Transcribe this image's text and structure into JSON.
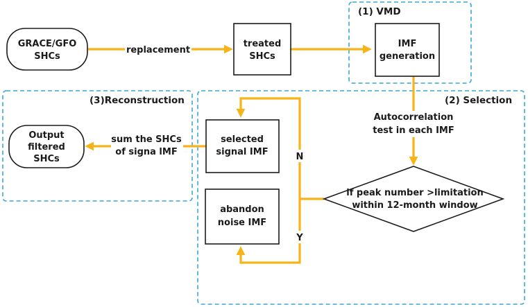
{
  "nodes": {
    "grace": {
      "lines": [
        "GRACE/GFO",
        "SHCs"
      ]
    },
    "treated": {
      "lines": [
        "treated",
        "SHCs"
      ]
    },
    "imf": {
      "lines": [
        "IMF",
        "generation"
      ]
    },
    "output": {
      "lines": [
        "Output",
        "filtered",
        "SHCs"
      ]
    },
    "selected": {
      "lines": [
        "selected",
        "signal IMF"
      ]
    },
    "abandon": {
      "lines": [
        "abandon",
        "noise IMF"
      ]
    },
    "decision": {
      "lines": [
        "if peak number >limitation",
        "within 12-month window"
      ]
    }
  },
  "edge_labels": {
    "replacement": "replacement",
    "autocorrelation": [
      "Autocorrelation",
      "test in each IMF"
    ],
    "sum": [
      "sum the SHCs",
      "of signa lMF"
    ],
    "no": "N",
    "yes": "Y"
  },
  "regions": {
    "vmd": "(1) VMD",
    "selection": "(2) Selection",
    "reconstruction": "(3)Reconstruction"
  },
  "colors": {
    "arrow": "#f7b318",
    "region_border": "#3aa6d6",
    "box_border": "#1a1a1a",
    "text": "#1a1a1a"
  }
}
